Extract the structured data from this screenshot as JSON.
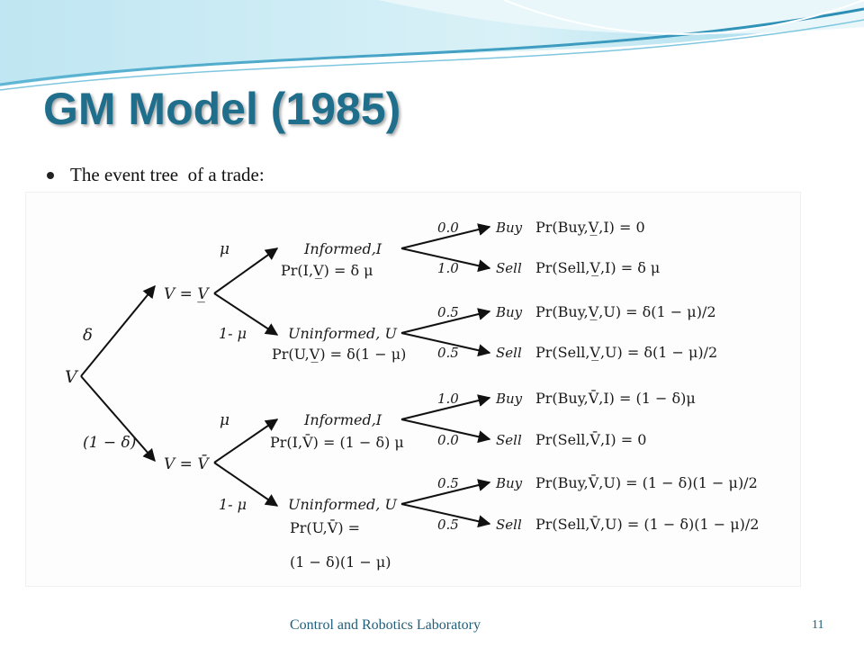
{
  "slide": {
    "title": "GM Model (1985)",
    "bullet": "The event tree  of a trade:",
    "footer": "Control and Robotics Laboratory",
    "page_number": "11"
  },
  "tree": {
    "root": "V",
    "branch_probs": {
      "upper": "δ",
      "lower": "(1 − δ)"
    },
    "states": {
      "low": "V = V̲",
      "high": "V = V̄"
    },
    "trader_probs": {
      "informed": "μ",
      "uninformed": "1- μ"
    },
    "trader_nodes": {
      "informed_low": "Informed,I",
      "informed_low_pr": "Pr(I,V̲) = δ μ",
      "uninformed_low": "Uninformed, U",
      "uninformed_low_pr": "Pr(U,V̲) = δ(1 − μ)",
      "informed_high": "Informed,I",
      "informed_high_pr": "Pr(I,V̄) = (1 − δ) μ",
      "uninformed_high": "Uninformed, U",
      "uninformed_high_pr_1": "Pr(U,V̄) =",
      "uninformed_high_pr_2": "(1 − δ)(1 − μ)"
    },
    "leaves": [
      {
        "prob": "0.0",
        "action": "Buy",
        "outcome": "Pr(Buy,V̲,I) = 0"
      },
      {
        "prob": "1.0",
        "action": "Sell",
        "outcome": "Pr(Sell,V̲,I) = δ μ"
      },
      {
        "prob": "0.5",
        "action": "Buy",
        "outcome": "Pr(Buy,V̲,U) = δ(1 − μ)/2"
      },
      {
        "prob": "0.5",
        "action": "Sell",
        "outcome": "Pr(Sell,V̲,U) = δ(1 − μ)/2"
      },
      {
        "prob": "1.0",
        "action": "Buy",
        "outcome": "Pr(Buy,V̄,I) = (1 − δ)μ"
      },
      {
        "prob": "0.0",
        "action": "Sell",
        "outcome": "Pr(Sell,V̄,I) = 0"
      },
      {
        "prob": "0.5",
        "action": "Buy",
        "outcome": "Pr(Buy,V̄,U) = (1 − δ)(1 − μ)/2"
      },
      {
        "prob": "0.5",
        "action": "Sell",
        "outcome": "Pr(Sell,V̄,U) = (1 − δ)(1 − μ)/2"
      }
    ]
  }
}
